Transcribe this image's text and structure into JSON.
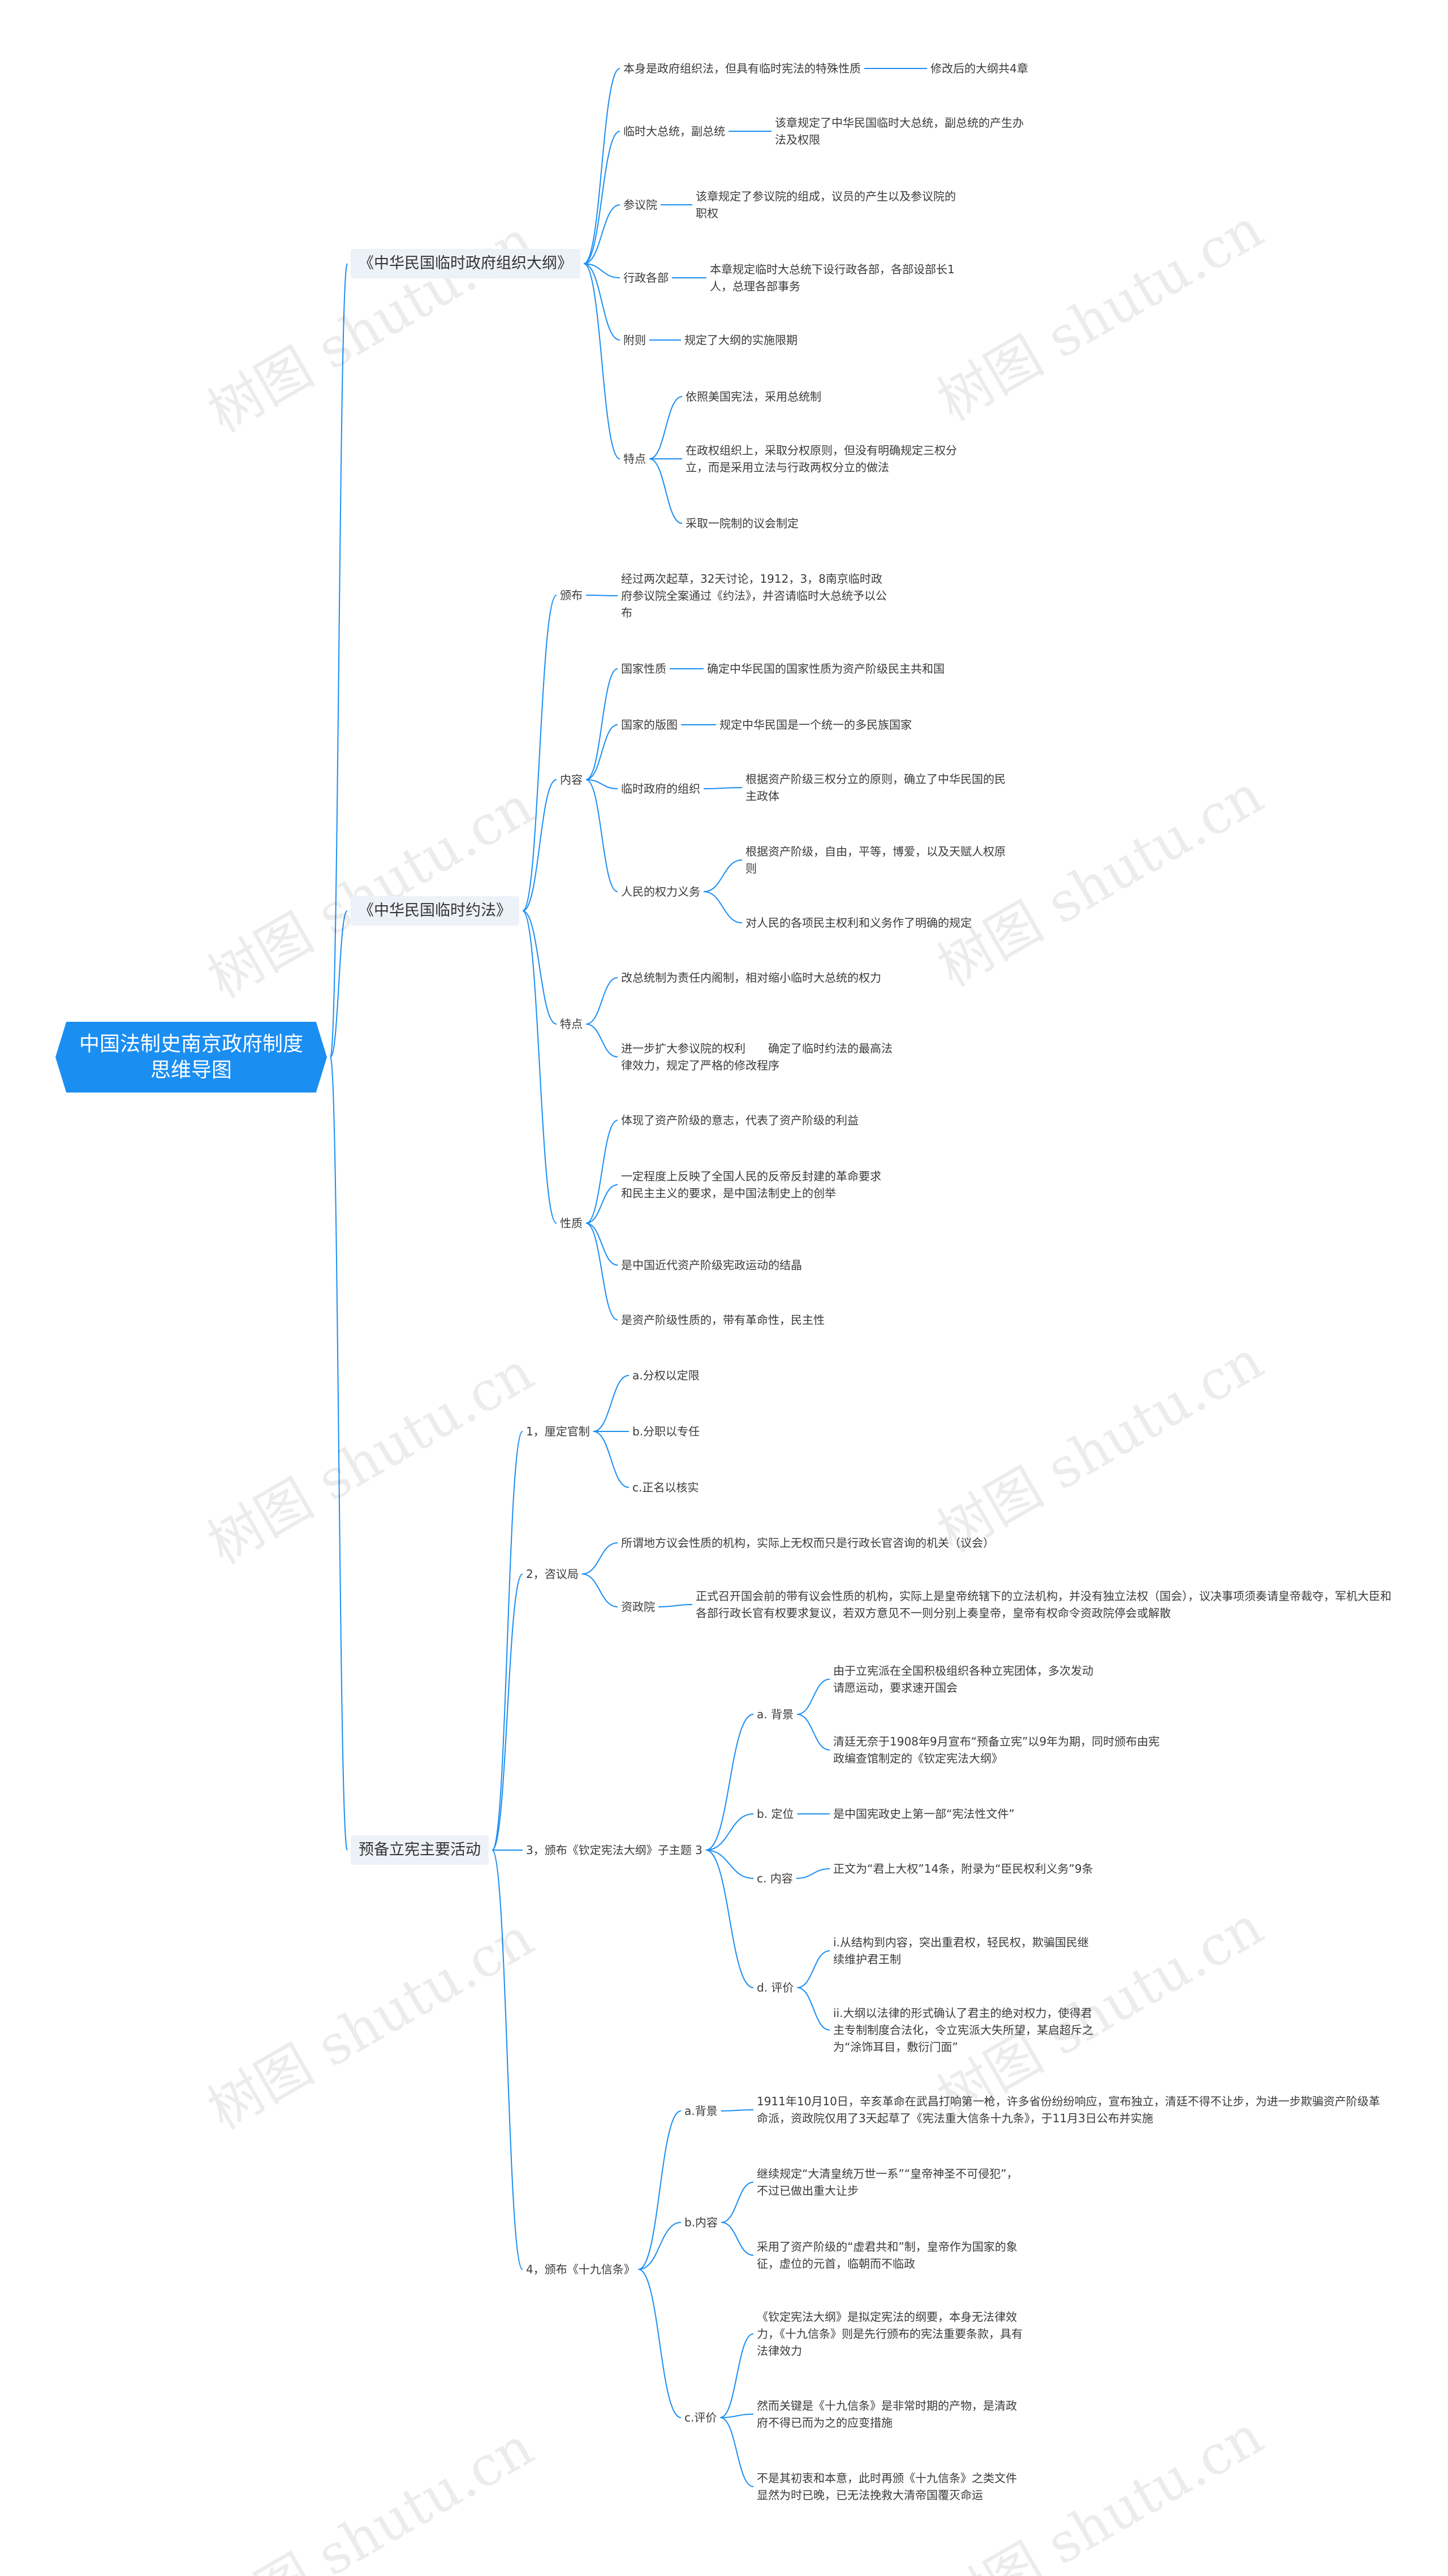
{
  "root": {
    "line1": "中国法制史南京政府制度",
    "line2": "思维导图"
  },
  "watermark": "树图 shutu.cn",
  "colors": {
    "root_bg": "#1b8ef2",
    "edge": "#1b8ef2",
    "l1_bg": "#edf2f8"
  },
  "branches": {
    "b1": {
      "title": "《中华民国临时政府组织大纲》",
      "n1": "本身是政府组织法，但具有临时宪法的特殊性质",
      "n1a": "修改后的大纲共4章",
      "n2": "临时大总统，副总统",
      "n2a": "该章规定了中华民国临时大总统，副总统的产生办法及权限",
      "n3": "参议院",
      "n3a": "该章规定了参议院的组成，议员的产生以及参议院的职权",
      "n4": "行政各部",
      "n4a": "本章规定临时大总统下设行政各部，各部设部长1人，总理各部事务",
      "n5": "附则",
      "n5a": "规定了大纲的实施限期",
      "n6": "特点",
      "n6a": "依照美国宪法，采用总统制",
      "n6b": "在政权组织上，采取分权原则，但没有明确规定三权分立，而是采用立法与行政两权分立的做法",
      "n6c": "采取一院制的议会制定"
    },
    "b2": {
      "title": "《中华民国临时约法》",
      "n1": "颁布",
      "n1a": "经过两次起草，32天讨论，1912，3，8南京临时政府参议院全案通过《约法》，并咨请临时大总统予以公布",
      "n2": "内容",
      "n2a": "国家性质",
      "n2a1": "确定中华民国的国家性质为资产阶级民主共和国",
      "n2b": "国家的版图",
      "n2b1": "规定中华民国是一个统一的多民族国家",
      "n2c": "临时政府的组织",
      "n2c1": "根据资产阶级三权分立的原则，确立了中华民国的民主政体",
      "n2d": "人民的权力义务",
      "n2d1": "根据资产阶级，自由，平等，博爱，以及天赋人权原则",
      "n2d2": "对人民的各项民主权利和义务作了明确的规定",
      "n3": "特点",
      "n3a": "改总统制为责任内阁制，相对缩小临时大总统的权力",
      "n3b": "进一步扩大参议院的权利　　确定了临时约法的最高法律效力，规定了严格的修改程序",
      "n4": "性质",
      "n4a": "体现了资产阶级的意志，代表了资产阶级的利益",
      "n4b": "一定程度上反映了全国人民的反帝反封建的革命要求和民主主义的要求，是中国法制史上的创举",
      "n4c": "是中国近代资产阶级宪政运动的结晶",
      "n4d": "是资产阶级性质的，带有革命性，民主性"
    },
    "b3": {
      "title": "预备立宪主要活动",
      "n1": "1，厘定官制",
      "n1a": "a.分权以定限",
      "n1b": "b.分职以专任",
      "n1c": "c.正名以核实",
      "n2": "2，咨议局",
      "n2a": "所谓地方议会性质的机构，实际上无权而只是行政长官咨询的机关（议会）",
      "n2b": "资政院",
      "n2b1": "正式召开国会前的带有议会性质的机构，实际上是皇帝统辖下的立法机构，并没有独立法权（国会），议决事项须奏请皇帝裁夺，军机大臣和各部行政长官有权要求复议，若双方意见不一则分别上奏皇帝，皇帝有权命令资政院停会或解散",
      "n3": "3，颁布《钦定宪法大纲》子主题 3",
      "n3a": "a. 背景",
      "n3a1": "由于立宪派在全国积极组织各种立宪团体，多次发动请愿运动，要求速开国会",
      "n3a2": "清廷无奈于1908年9月宣布“预备立宪”以9年为期，同时颁布由宪政编查馆制定的《钦定宪法大纲》",
      "n3b": "b. 定位",
      "n3b1": "是中国宪政史上第一部“宪法性文件”",
      "n3c": "c. 内容",
      "n3c1": "正文为“君上大权”14条，附录为“臣民权利义务”9条",
      "n3d": "d. 评价",
      "n3d1": "i.从结构到内容，突出重君权，轻民权，欺骗国民继续维护君王制",
      "n3d2": "ii.大纲以法律的形式确认了君主的绝对权力，使得君主专制制度合法化，令立宪派大失所望，某启超斥之为“涂饰耳目，敷衍门面”",
      "n4": "4，颁布《十九信条》",
      "n4a": "a.背景",
      "n4a1": "1911年10月10日，辛亥革命在武昌打响第一枪，许多省份纷纷响应，宣布独立，清廷不得不让步，为进一步欺骗资产阶级革命派，资政院仅用了3天起草了《宪法重大信条十九条》，于11月3日公布并实施",
      "n4b": "b.内容",
      "n4b1": "继续规定“大清皇统万世一系”“皇帝神圣不可侵犯”，不过已做出重大让步",
      "n4b2": "采用了资产阶级的“虚君共和”制，皇帝作为国家的象征，虚位的元首，临朝而不临政",
      "n4c": "c.评价",
      "n4c1": "《钦定宪法大纲》是拟定宪法的纲要，本身无法律效力，《十九信条》则是先行颁布的宪法重要条款，具有法律效力",
      "n4c2": "然而关键是《十九信条》是非常时期的产物，是清政府不得已而为之的应变措施",
      "n4c3": "不是其初衷和本意，此时再颁《十九信条》之类文件显然为时已晚，已无法挽救大清帝国覆灭命运"
    }
  }
}
